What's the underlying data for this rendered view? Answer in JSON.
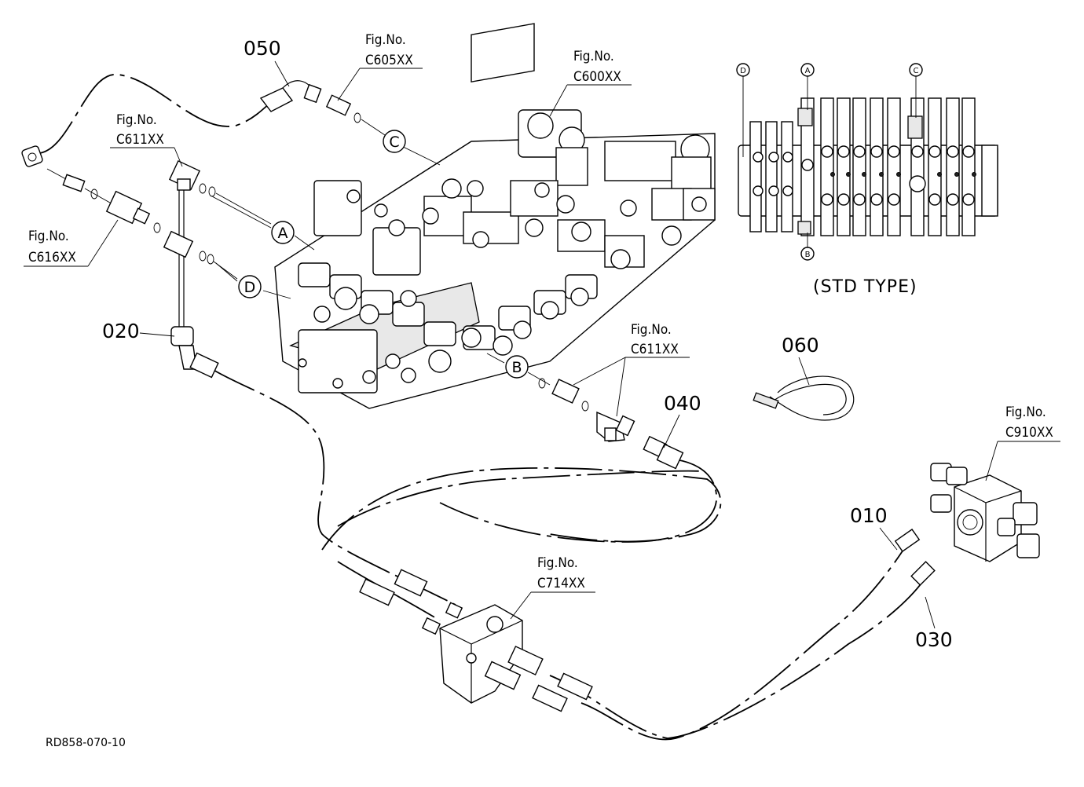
{
  "parts": {
    "p050": "050",
    "p020": "020",
    "p040": "040",
    "p060": "060",
    "p010": "010",
    "p030": "030"
  },
  "fig_refs": {
    "fig_label": "Fig.No.",
    "c605": "C605XX",
    "c600": "C600XX",
    "c611_top": "C611XX",
    "c616": "C616XX",
    "c611_mid": "C611XX",
    "c910": "C910XX",
    "c714": "C714XX"
  },
  "connections": {
    "a": "A",
    "b": "B",
    "c": "C",
    "d": "D"
  },
  "std_type": "(STD TYPE)",
  "drawing_ref": "RD858-070-10"
}
